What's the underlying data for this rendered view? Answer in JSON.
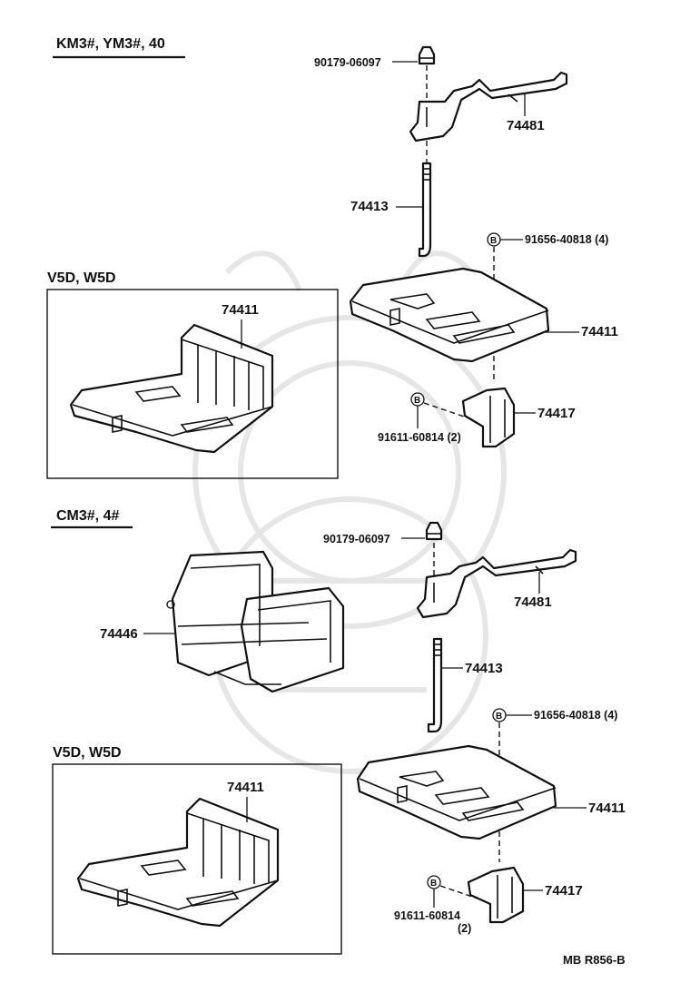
{
  "colors": {
    "ink": "#111111",
    "background": "#ffffff",
    "watermark": "#e6e6e6"
  },
  "sections": {
    "top": {
      "header": "KM3#, YM3#, 40",
      "inset_header": "V5D, W5D",
      "labels": {
        "nut": "90179-06097",
        "clamp": "74481",
        "rod": "74413",
        "bolt_b_upper": "91656-40818 (4)",
        "tray": "74411",
        "inset_tray": "74411",
        "bracket": "74417",
        "bolt_b_lower": "91611-60814 (2)"
      },
      "b_mark": "B"
    },
    "bottom": {
      "header": "CM3#, 4#",
      "inset_header": "V5D, W5D",
      "labels": {
        "nut": "90179-06097",
        "clamp": "74481",
        "carrier": "74446",
        "rod": "74413",
        "bolt_b_upper": "91656-40818 (4)",
        "tray": "74411",
        "inset_tray": "74411",
        "bracket": "74417",
        "bolt_b_lower_1": "91611-60814",
        "bolt_b_lower_2": "(2)"
      },
      "b_mark": "B"
    }
  },
  "footer": {
    "code": "MB  R856-B"
  }
}
